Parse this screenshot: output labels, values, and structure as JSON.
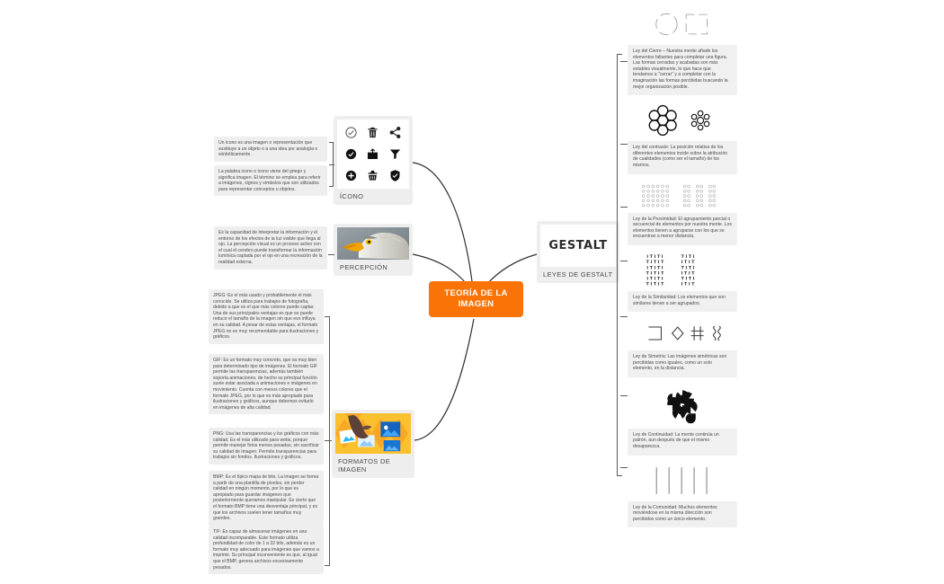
{
  "center": {
    "label": "TEORÍA DE LA IMAGEN",
    "color": "#f97306"
  },
  "branches": {
    "icono": {
      "caption": "ÍCONO",
      "icons": [
        "check-circle-outline-icon",
        "trash-icon",
        "share-nodes-icon",
        "check-badge-icon",
        "share-export-icon",
        "filter-icon",
        "plus-circle-icon",
        "basket-icon",
        "shield-check-icon"
      ],
      "notes": [
        "Un icono es una imagen o representación que sustituye a un objeto o a una idea por analogía o simbólicamente.",
        "La palabra icono o ícono viene del griego y significa imagen. El término se emplea para referir a imágenes, signos y símbolos que son utilizados para representar conceptos u objetos."
      ]
    },
    "percepcion": {
      "caption": "PERCEPCIÓN",
      "image_name": "eagle-head-photo",
      "notes": [
        "Es la capacidad de interpretar la información y el entorno de los efectos de la luz visible que llega al ojo. La percepción visual es un proceso activo con el cual el cerebro puede transformar la información lumínica captada por el ojo en una recreación de la realidad externa."
      ]
    },
    "gestalt": {
      "caption": "LEYES DE GESTALT",
      "image_text": "GESTALT"
    },
    "formatos": {
      "caption": "FORMATOS DE IMAGEN",
      "image_name": "hand-touching-photo-tiles",
      "notes": [
        "JPEG: Es el más usado y probablemente el más conocido. Se utiliza para trabajos de fotografía, debido a que es el que más colores puede captar. Una de sus principales ventajas es que se puede reducir el tamaño de la imagen sin que eso influya en su calidad. A pesar de estas ventajas, el formato JPEG no es muy recomendable para ilustraciones y gráficos.",
        "GIF: Es un formato muy concreto, que va muy bien para determinado tipo de imágenes. El formato GIF permite las transparencias, además también soporta animaciones, de hecho su principal función suele estar asociada a animaciones e imágenes en movimiento. Cuenta con menos colores que el formato JPEG, por lo que es más apropiado para ilustraciones y gráficos, aunque debemos evitarlo en imágenes de alta calidad.",
        "PNG: Usa las transparencias y los gráficos con más calidad. Es el más utilizado para webs, porque permite manejar fotos menos pesadas, sin sacrificar su calidad de imagen. Permite transparencias para trabajos sin fondos. Ilustraciones y gráficos.",
        "BMP: Es el típico mapa de bits. La imagen se forma a partir de una plantilla de píxeles, sin perder calidad en ningún momento, por lo que es apropiado para guardar imágenes que posteriormente queramos manipular. Es cierto que el formato BMP tiene una desventaja principal, y es que los archivos suelen tener tamaños muy grandes.",
        "TIF: Es capaz de almacenar imágenes en una calidad incomparable. Este formato utiliza profundidad de color de 1 a 32 bits, además es un formato muy adecuado para imágenes que vamos a imprimir. Su principal inconveniente es que, al igual que el BMP, genera archivos excesivamente pesados."
      ]
    }
  },
  "gestalt_laws": [
    {
      "figure": "dashed-circle-and-square-figure",
      "text": "Ley del Cierre – Nuestra mente añade los elementos faltantes para completar una figura. Las formas cerradas y acabadas son más estables visualmente, lo que hace que tendamos a \"cerrar\" y a completar con la imaginación las formas percibidas buscando la mejor organización posible."
    },
    {
      "figure": "circle-cluster-contrast-figure",
      "text": "Ley del contraste: La posición relativa de los diferentes elementos incide sobre la atribución de cualidades (como ser el tamaño) de los mismos."
    },
    {
      "figure": "dot-grid-proximity-figure",
      "text": "Ley de la Proximidad: El agrupamiento parcial o secuencial de elementos por nuestra mente. Los elementos tienen a agruparse con los que se encuentran a menor distancia."
    },
    {
      "figure": "letter-grid-similarity-figure",
      "text": "Ley de la Similaridad: Los elementos que son similares tienen a ser agrupados."
    },
    {
      "figure": "symmetric-shapes-figure",
      "text": "Ley de Simetría: Las imágenes simétricas son percibidas como iguales, como un solo elemento, en la distancia."
    },
    {
      "figure": "pacman-circles-continuity-figure",
      "text": "Ley de Continuidad: La mente continúa un patrón, aun después de que el mismo desaparezca."
    },
    {
      "figure": "vertical-lines-common-fate-figure",
      "text": "Ley de la Comunidad: Muchos elementos moviéndose en la misma dirección son percibidos como un único elemento."
    }
  ]
}
